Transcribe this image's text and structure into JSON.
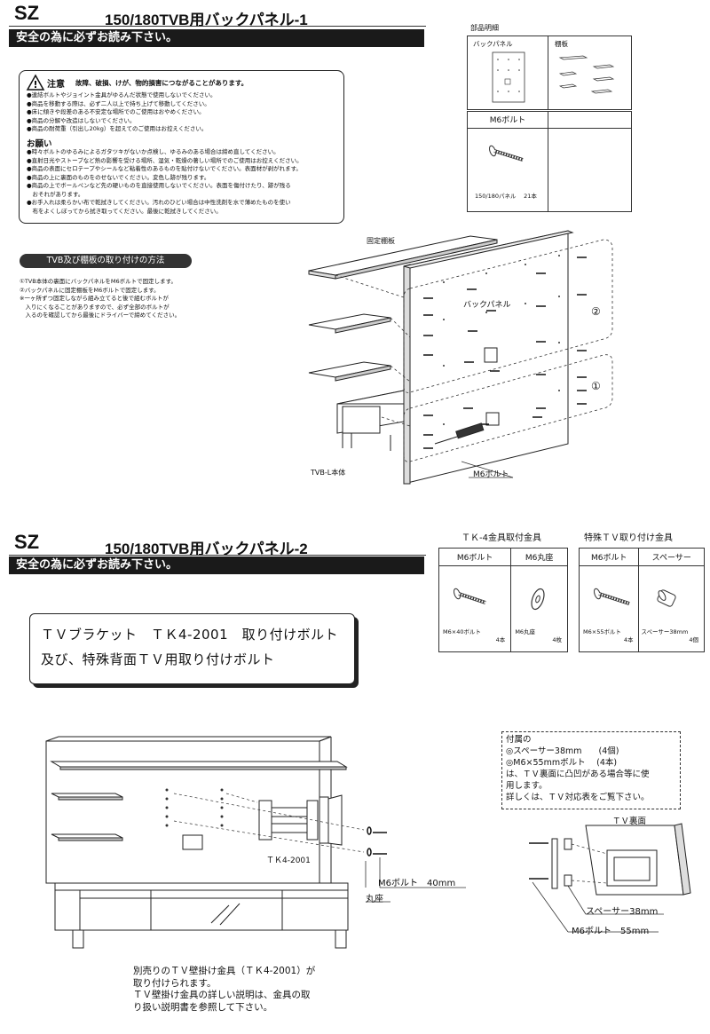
{
  "page1": {
    "brand": "SZ",
    "title": "150/180TVB用バックパネル-1",
    "safety_bar": "安全の為に必ずお読み下さい。",
    "parts_heading": "部品明細",
    "parts": {
      "back_panel": "バックパネル",
      "shelf": "棚板",
      "bolt": "M6ボルト",
      "bolt_note": "150/180パネル　 21本"
    },
    "caution": {
      "title": "注意",
      "subtitle": "故障、破損、けが、物的損害につながることがあります。",
      "items": [
        "●連結ボルトやジョイント金具がゆるんだ状態で使用しないでください。",
        "●商品を移動する際は、必ず二人以上で持ち上げて移動してください。",
        "●床に傾きや段差のある不安定な場所でのご使用はおやめください。",
        "●商品の分解や改造はしないでください。",
        "●商品の耐荷重（引出し20kg）を超えてのご使用はお控えください。"
      ],
      "request_title": "お願い",
      "requests": [
        "●時々ボルトのゆるみによるガタツキがないか点検し、ゆるみのある場合は締め直してください。",
        "●直射日光やストーブなど熱の影響を受ける場所、湿気・乾燥の著しい場所でのご使用はお控えください。",
        "●商品の表面にセロテープやシールなど粘着性のあるものを貼付けないでください。表面材が剥がれます。",
        "●商品の上に裏面のものをのせないでください。変色し跡が残ります。",
        "●商品の上でボールペンなど先の硬いものを直接使用しないでください。表面を傷付けたり、跡が残る",
        "　おそれがあります。",
        "●お手入れは柔らかい布で乾拭きしてください。汚れのひどい場合は中性洗剤を水で薄めたものを使い",
        "　布をよくしぼってから拭き取ってください。最後に乾拭きしてください。"
      ]
    },
    "method_pill": "TVB及び棚板の取り付けの方法",
    "method_steps": [
      "①TVB本体の裏面にバックパネルをM6ボルトで固定します。",
      "②バックパネルに固定棚板をM6ボルトで固定します。",
      "※一ヶ所ずつ固定しながら組み立てると後で組むボルトが",
      "　入りにくなることがありますので、必ず全部のボルトが",
      "　入るのを確認してから最後にドライバーで締めてください。"
    ],
    "diagram": {
      "fixed_shelf": "固定棚板",
      "back_panel": "バックパネル",
      "circle2": "②",
      "circle1": "①",
      "body": "TVB-L本体",
      "bolt": "M6ボルト"
    }
  },
  "page2": {
    "brand": "SZ",
    "title": "150/180TVB用バックパネル-2",
    "safety_bar": "安全の為に必ずお読み下さい。",
    "tk4": {
      "heading": "ＴＫ-4金具取付金具",
      "col1": "M6ボルト",
      "col2": "M6丸座",
      "note1a": "M6×40ボルト",
      "note1b": "4本",
      "note2a": "M6丸座",
      "note2b": "4枚"
    },
    "special": {
      "heading": "特殊ＴＶ取り付け金具",
      "col1": "M6ボルト",
      "col2": "スペーサー",
      "note1a": "M6×55ボルト",
      "note1b": "4本",
      "note2a": "スペーサー38mm",
      "note2b": "4個"
    },
    "box_line1": "ＴＶブラケット　ＴＫ4-2001　取り付けボルト",
    "box_line2": "及び、特殊背面ＴＶ用取り付けボルト",
    "accessory_lines": [
      "付属の",
      "◎スペーサー38mm　　(4個)",
      "◎M6×55mmボルト　 (4本)",
      "は、ＴＶ裏面に凸凹がある場合等に使",
      "用します。",
      "詳しくは、ＴＶ対応表をご覧下さい。"
    ],
    "tv_back": "ＴＶ裏面",
    "tk_label": "ＴＫ4-2001",
    "bolt40": "M6ボルト　40mm",
    "washer": "丸座",
    "spacer38": "スペーサー38mm",
    "bolt55": "M6ボルト　55mm",
    "footer_lines": [
      "別売りのＴＶ壁掛け金具（ＴＫ4-2001）が",
      "取り付けられます。",
      "ＴＶ壁掛け金具の詳しい説明は、金具の取",
      "り扱い説明書を参照して下さい。"
    ]
  }
}
